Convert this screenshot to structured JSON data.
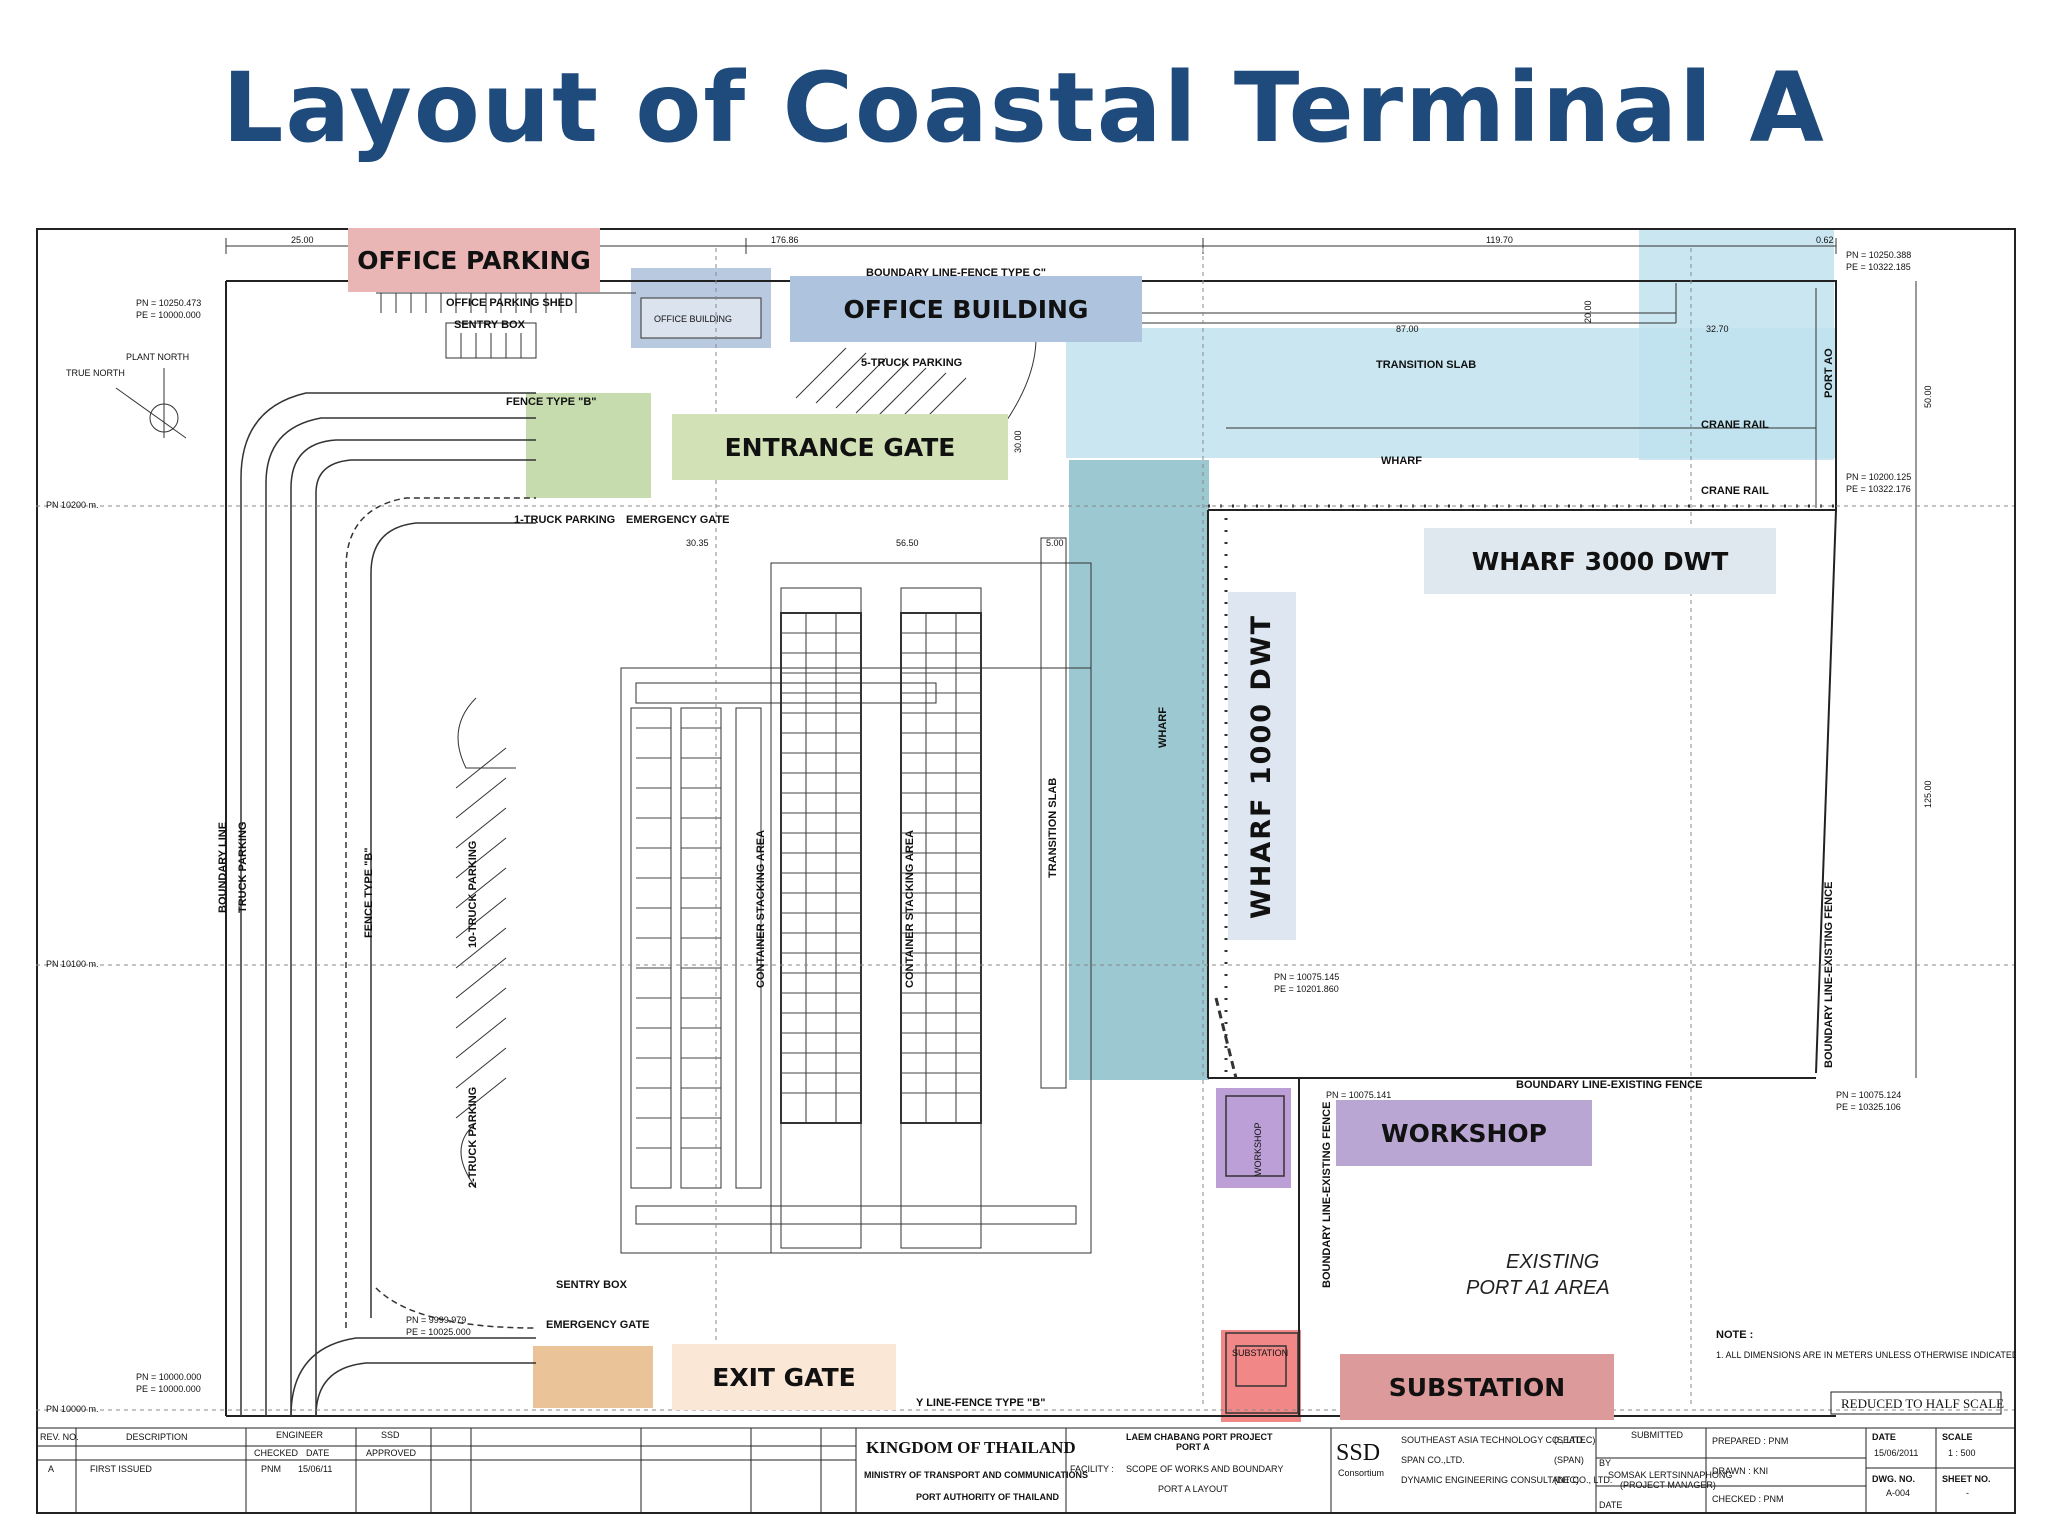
{
  "title": "Layout of Coastal Terminal A",
  "callouts": {
    "office_parking": "OFFICE PARKING",
    "office_building": "OFFICE BUILDING",
    "entrance_gate": "ENTRANCE GATE",
    "wharf_3000": "WHARF 3000 DWT",
    "wharf_1000": "WHARF 1000 DWT",
    "workshop": "WORKSHOP",
    "exit_gate": "EXIT GATE",
    "substation": "SUBSTATION"
  },
  "drawing_labels": {
    "office_parking_shed": "OFFICE PARKING SHED",
    "sentry_box": "SENTRY BOX",
    "fence_type_b": "FENCE TYPE \"B\"",
    "fence_type_b_vertical": "FENCE TYPE \"B\"",
    "one_truck_parking": "1-TRUCK PARKING",
    "emergency_gate": "EMERGENCY GATE",
    "five_truck_parking": "5-TRUCK PARKING",
    "ten_truck_parking": "10-TRUCK PARKING",
    "two_truck_parking": "2-TRUCK PARKING",
    "boundary_line_fence_c": "BOUNDARY LINE-FENCE TYPE C\"",
    "transition_slab": "TRANSITION SLAB",
    "transition_slab_vertical": "TRANSITION SLAB",
    "crane_rail": "CRANE RAIL",
    "wharf": "WHARF",
    "wharf_vertical": "WHARF",
    "container_stacking_1": "CONTAINER STACKING AREA",
    "container_stacking_2": "CONTAINER STACKING AREA",
    "boundary_line": "BOUNDARY LINE",
    "truck_parking": "TRUCK PARKING",
    "boundary_existing_fence": "BOUNDARY LINE-EXISTING FENCE",
    "boundary_existing_fence_v": "BOUNDARY LINE-EXISTING FENCE",
    "boundary_existing_fence_right": "BOUNDARY LINE-EXISTING FENCE",
    "existing_port_1": "EXISTING",
    "existing_port_2": "PORT A1 AREA",
    "note_title": "NOTE :",
    "note_text": "1. ALL DIMENSIONS ARE IN METERS UNLESS OTHERWISE INDICATED.",
    "reduced_scale": "REDUCED TO HALF SCALE",
    "plant_north": "PLANT NORTH",
    "true_north": "TRUE NORTH",
    "port_ao": "PORT AO",
    "office_building_small": "OFFICE BUILDING",
    "workshop_small": "WORKSHOP",
    "substation_small": "SUBSTATION",
    "boundary_fence_b_bottom": "Y LINE-FENCE TYPE \"B\"",
    "emergency_gate_bottom": "EMERGENCY GATE",
    "sentry_box_bottom": "SENTRY BOX",
    "pn_10200": "PN 10200 m.",
    "pn_10100": "PN 10100 m.",
    "pn_10000": "PN 10000 m."
  },
  "dimensions": {
    "d25": "25.00",
    "d176": "176.86",
    "d119": "119.70",
    "d062": "0.62",
    "d87": "87.00",
    "d3270": "32.70",
    "d20": "20.00",
    "d30": "30.00",
    "d50": "50.00",
    "d3035": "30.35",
    "d5650": "56.50",
    "d500": "5.00",
    "d125": "125.00"
  },
  "coordinates": {
    "c1a": "PN = 10250.473",
    "c1b": "PE = 10000.000",
    "c2a": "PN = 10250.388",
    "c2b": "PE = 10322.185",
    "c3a": "PN = 10200.125",
    "c3b": "PE = 10322.176",
    "c4a": "PN = 10075.145",
    "c4b": "PE = 10201.860",
    "c5a": "PN = 10075.141",
    "c6a": "PN = 10075.124",
    "c6b": "PE = 10325.106",
    "c7a": "PN = 9999.979",
    "c7b": "PE = 10025.000",
    "c8a": "PN = 10000.000",
    "c8b": "PE = 10000.000"
  },
  "title_block": {
    "rev": "REV. NO.",
    "description": "DESCRIPTION",
    "engineer": "ENGINEER",
    "ssd": "SSD",
    "checked": "CHECKED",
    "date": "DATE",
    "approved": "APPROVED",
    "rev_a": "A",
    "first_issued": "FIRST ISSUED",
    "pnm": "PNM",
    "date_val": "15/06/11",
    "kingdom": "KINGDOM OF THAILAND",
    "ministry": "MINISTRY OF TRANSPORT AND COMMUNICATIONS",
    "port_authority": "PORT AUTHORITY OF THAILAND",
    "project": "LAEM CHABANG PORT PROJECT",
    "port_a": "PORT A",
    "facility": "FACILITY :",
    "scope": "SCOPE OF WORKS AND BOUNDARY",
    "port_a_layout": "PORT A LAYOUT",
    "ssd_logo": "SSD",
    "consortium": "Consortium",
    "co1": "SOUTHEAST ASIA TECHNOLOGY CO., LTD.",
    "co1s": "(SEATEC)",
    "co2": "SPAN CO.,LTD.",
    "co2s": "(SPAN)",
    "co3": "DYNAMIC ENGINEERING CONSULTANT CO., LTD.",
    "co3s": "(DEC)",
    "submitted": "SUBMITTED",
    "by": "BY",
    "manager_name": "SOMSAK LERTSINNAPHONG",
    "manager_title": "(PROJECT MANAGER)",
    "date_lbl": "DATE",
    "prepared": "PREPARED : PNM",
    "drawn": "DRAWN : KNI",
    "checked_by": "CHECKED : PNM",
    "date_hdr": "DATE",
    "date_full": "15/06/2011",
    "scale_hdr": "SCALE",
    "scale_val": "1 : 500",
    "dwg_no": "DWG. NO.",
    "dwg_val": "A-004",
    "sheet_no": "SHEET NO.",
    "sheet_val": "-"
  },
  "colors": {
    "title": "#1e4a7c",
    "office_parking": "#e9b5b5",
    "office_building": "#adc3de",
    "entrance_gate": "#d3e1b6",
    "wharf_3000": "#dfe7ef",
    "wharf_1000": "#dde6f1",
    "workshop": "#b9a6d2",
    "exit_gate": "#fbe7d6",
    "substation": "#dd9a9a",
    "wharf_zone_light": "#bfe2ef",
    "wharf_zone_dark": "#8bc0c9"
  }
}
